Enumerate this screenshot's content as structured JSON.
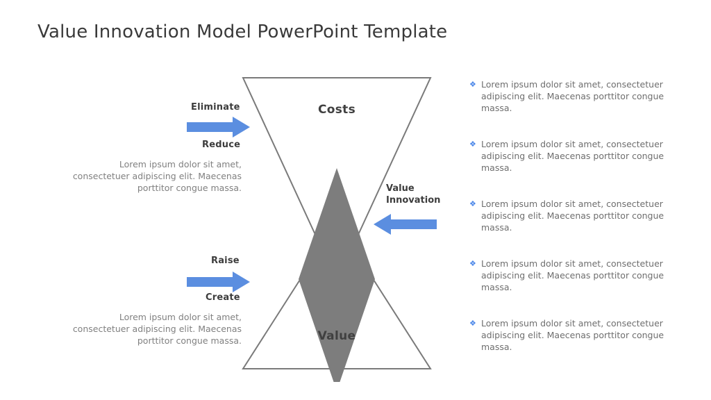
{
  "slide": {
    "title": "Value Innovation Model PowerPoint Template",
    "background": "#ffffff"
  },
  "colors": {
    "accent_blue": "#5b8ee0",
    "bullet_blue": "#4a86e8",
    "shape_outline": "#7a7a7a",
    "diamond_fill": "#7d7d7d",
    "title_text": "#3a3a3a",
    "body_text": "#808080",
    "label_text": "#3d3d3d"
  },
  "diagram": {
    "top_shape": {
      "label": "Costs",
      "icon": "downward-triangle-icon"
    },
    "bottom_shape": {
      "label": "Value",
      "icon": "upward-triangle-icon"
    },
    "center_shape": {
      "label": "Value Innovation",
      "label_line1": "Value",
      "label_line2": "Innovation",
      "icon": "diamond-icon"
    }
  },
  "left_column": {
    "groups": [
      {
        "label_above": "Eliminate",
        "label_below": "Reduce",
        "arrow_direction": "right",
        "paragraph": "Lorem ipsum dolor sit amet, consectetuer adipiscing elit. Maecenas porttitor congue massa."
      },
      {
        "label_above": "Raise",
        "label_below": "Create",
        "arrow_direction": "right",
        "paragraph": "Lorem ipsum dolor sit amet, consectetuer adipiscing elit. Maecenas porttitor congue massa."
      }
    ]
  },
  "right_column": {
    "bullet_glyph": "❖",
    "bullets": [
      "Lorem ipsum dolor sit amet, consectetuer adipiscing elit. Maecenas porttitor congue massa.",
      "Lorem ipsum dolor sit amet, consectetuer adipiscing elit. Maecenas porttitor congue massa.",
      "Lorem ipsum dolor sit amet, consectetuer adipiscing elit. Maecenas porttitor congue massa.",
      "Lorem ipsum dolor sit amet, consectetuer adipiscing elit. Maecenas porttitor congue massa.",
      "Lorem ipsum dolor sit amet, consectetuer adipiscing elit. Maecenas porttitor congue massa."
    ]
  }
}
